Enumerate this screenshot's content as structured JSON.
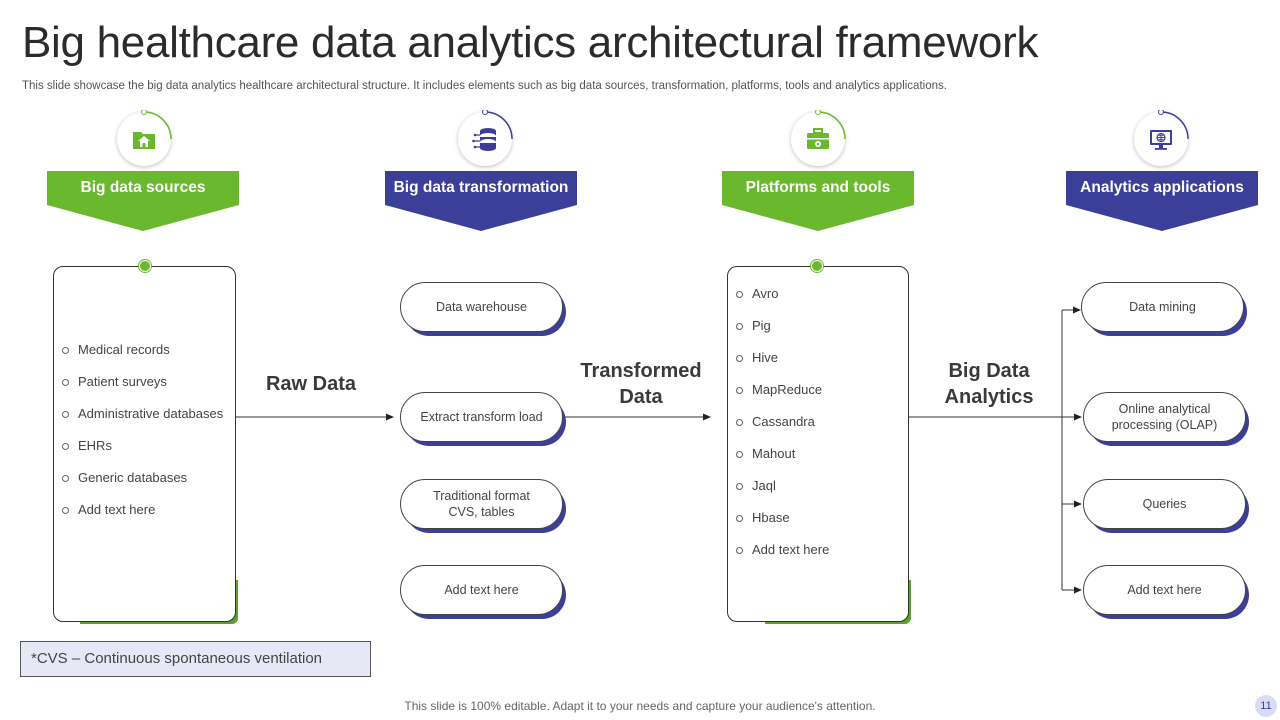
{
  "title": "Big healthcare data analytics architectural framework",
  "subtitle": "This slide showcase the big data analytics healthcare architectural structure. It includes elements such as big data sources, transformation, platforms, tools and analytics applications.",
  "colors": {
    "green": "#6ab82d",
    "navy": "#3b3f98"
  },
  "sections": [
    {
      "label": "Big data sources",
      "icon": "folder-home-icon",
      "color": "#6ab82d"
    },
    {
      "label": "Big data transformation",
      "icon": "database-icon",
      "color": "#3b3f98"
    },
    {
      "label": "Platforms and tools",
      "icon": "toolbox-icon",
      "color": "#6ab82d"
    },
    {
      "label": "Analytics applications",
      "icon": "monitor-globe-icon",
      "color": "#3b3f98"
    }
  ],
  "sources": [
    "Medical records",
    "Patient surveys",
    "Administrative databases",
    "EHRs",
    "Generic databases",
    "Add text here"
  ],
  "transformations": [
    "Data warehouse",
    "Extract transform load",
    "Traditional  format\nCVS, tables",
    "Add text here"
  ],
  "platforms": [
    "Avro",
    "Pig",
    "Hive",
    "MapReduce",
    "Cassandra",
    "Mahout",
    "Jaql",
    "Hbase",
    "Add text here"
  ],
  "applications": [
    "Data mining",
    "Online analytical\nprocessing (OLAP)",
    "Queries",
    "Add text here"
  ],
  "flow_labels": {
    "raw": "Raw Data",
    "transformed": "Transformed\nData",
    "analytics": "Big Data\nAnalytics"
  },
  "note": "*CVS – Continuous spontaneous ventilation",
  "footer": "This slide is 100% editable. Adapt it to your needs and capture your audience's attention.",
  "page_number": "11"
}
